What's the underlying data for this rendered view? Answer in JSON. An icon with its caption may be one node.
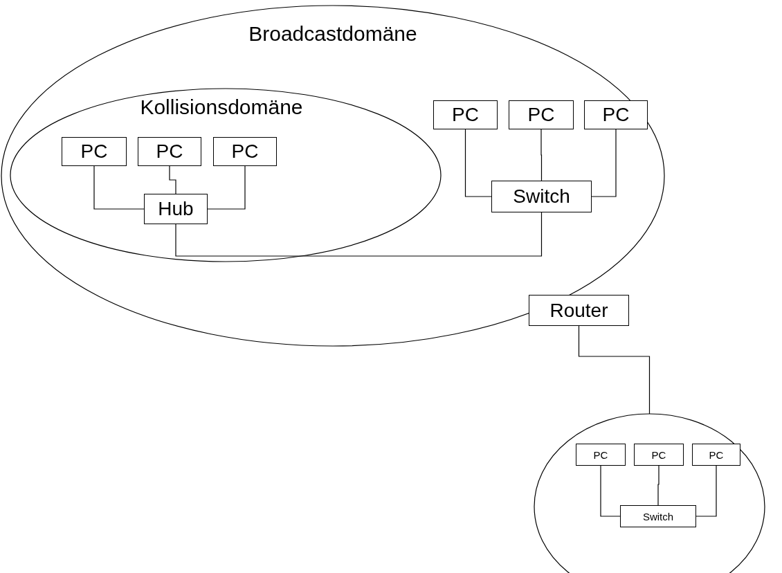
{
  "diagram": {
    "nodes": [
      {
        "text": [
          "Broadcastdomäne"
        ]
      },
      {
        "text": [
          "Kollisionsdomäne"
        ],
        "in": 0
      },
      {
        "text": [
          "PC"
        ],
        "in": 1
      },
      {
        "text": [
          "PC"
        ],
        "in": 1
      },
      {
        "text": [
          "PC"
        ],
        "in": 1
      },
      {
        "text": [
          "Hub"
        ],
        "in": 1
      },
      {
        "text": [
          "PC"
        ],
        "in": 0
      },
      {
        "text": [
          "PC"
        ],
        "in": 0
      },
      {
        "text": [
          "PC"
        ],
        "in": 0
      },
      {
        "text": [
          "Switch"
        ],
        "in": 0
      },
      {
        "text": [
          "Router"
        ]
      },
      {
        "text": [],
        "shape": "circle"
      },
      {
        "text": [
          "PC"
        ],
        "in": 11
      },
      {
        "text": [
          "PC"
        ],
        "in": 11
      },
      {
        "text": [
          "PC"
        ],
        "in": 11
      },
      {
        "text": [
          "Switch"
        ],
        "in": 11
      }
    ],
    "edges": [
      {
        "from": 2,
        "to": 5,
        "arrow": "none"
      },
      {
        "from": 3,
        "to": 5,
        "arrow": "none"
      },
      {
        "from": 4,
        "to": 5,
        "arrow": "none"
      },
      {
        "from": 6,
        "to": 9,
        "arrow": "none"
      },
      {
        "from": 7,
        "to": 9,
        "arrow": "none"
      },
      {
        "from": 8,
        "to": 9,
        "arrow": "none"
      },
      {
        "from": 5,
        "to": 9,
        "arrow": "none"
      },
      {
        "from": 10,
        "to": 11,
        "arrow": "none"
      },
      {
        "from": 12,
        "to": 15,
        "arrow": "none"
      },
      {
        "from": 13,
        "to": 15,
        "arrow": "none"
      },
      {
        "from": 14,
        "to": 15,
        "arrow": "none"
      }
    ]
  }
}
